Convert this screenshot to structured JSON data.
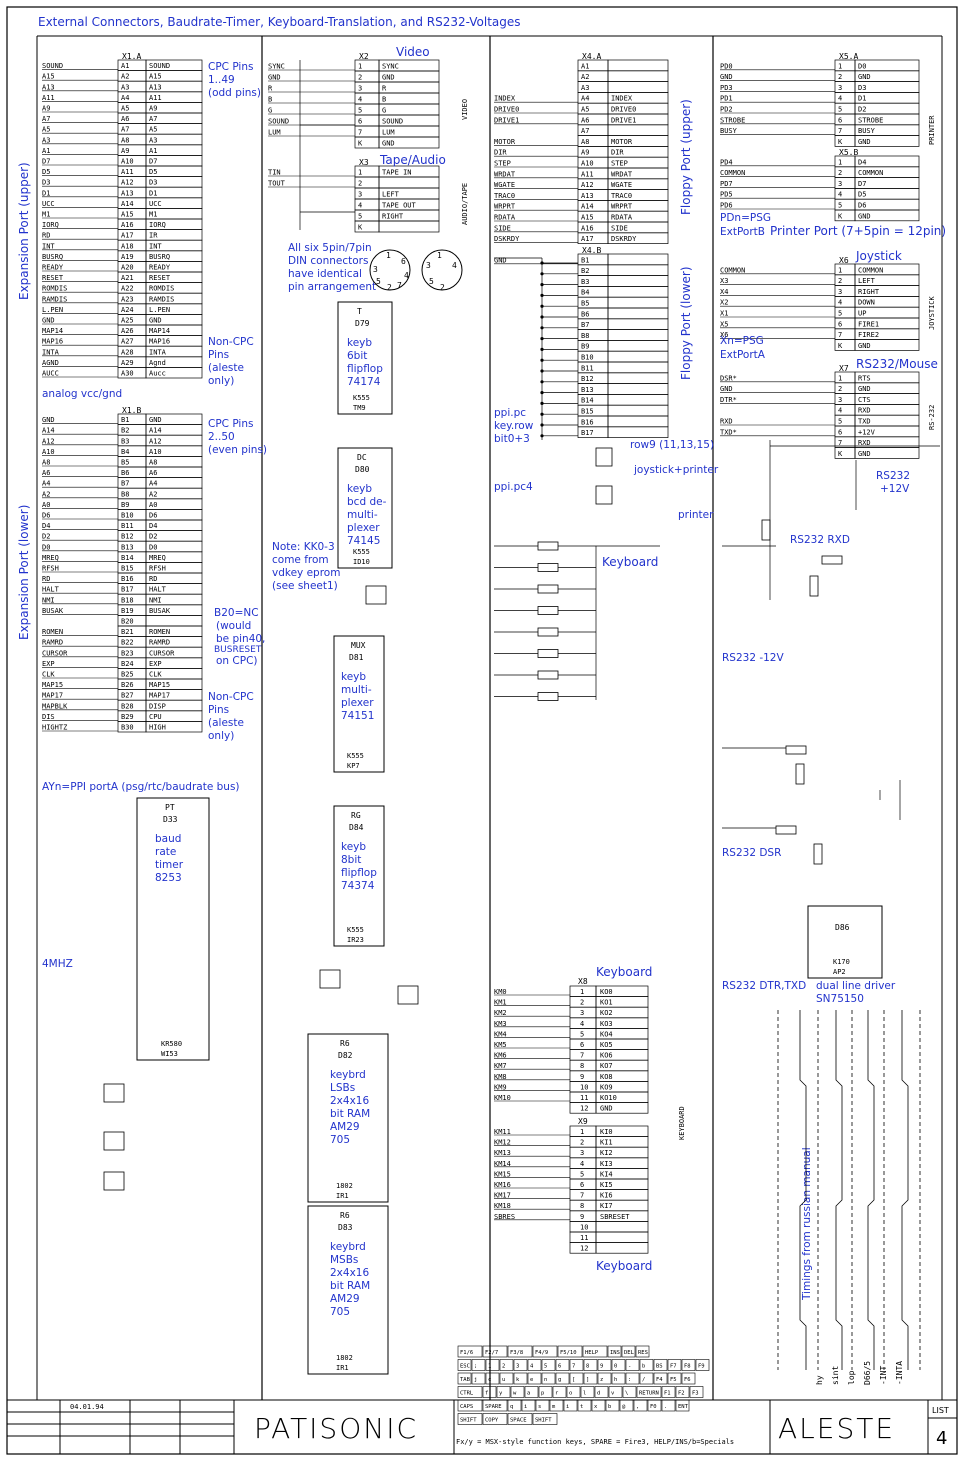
{
  "title": "External Connectors, Baudrate-Timer, Keyboard-Translation, and RS232-Voltages",
  "side_labels": {
    "exp_upper": "Expansion Port (upper)",
    "exp_lower": "Expansion Port (lower)",
    "floppy_upper": "Floppy Port (upper)",
    "floppy_lower": "Floppy Port (lower)",
    "video": "VIDEO",
    "audio": "AUDIO/TAPE",
    "printer": "PRINTER",
    "joystick": "JOYSTICK",
    "rs232": "RS-232",
    "keyboard": "KEYBOARD"
  },
  "connectors": [
    {
      "id": "X1.A",
      "signals": [
        "SOUND",
        "A15",
        "A13",
        "A11",
        "A9",
        "A7",
        "A5",
        "A3",
        "A1",
        "D7",
        "D5",
        "D3",
        "D1",
        "UCC",
        "M1",
        "IORQ",
        "RD",
        "INT",
        "BUSRQ",
        "READY",
        "RESET",
        "ROMDIS",
        "RAMDIS",
        "L.PEN",
        "GND",
        "MAP14",
        "MAP16",
        "INTA",
        "AGND",
        "AUCC"
      ],
      "pins": [
        "A1",
        "A2",
        "A3",
        "A4",
        "A5",
        "A6",
        "A7",
        "A8",
        "A9",
        "A10",
        "A11",
        "A12",
        "A13",
        "A14",
        "A15",
        "A16",
        "A17",
        "A18",
        "A19",
        "A20",
        "A21",
        "A22",
        "A23",
        "A24",
        "A25",
        "A26",
        "A27",
        "A28",
        "A29",
        "A30"
      ],
      "names": [
        "SOUND",
        "A15",
        "A13",
        "A11",
        "A9",
        "A7",
        "A5",
        "A3",
        "A1",
        "D7",
        "D5",
        "D3",
        "D1",
        "UCC",
        "M1",
        "IORQ",
        "IR",
        "INT",
        "BUSRQ",
        "READY",
        "RESET",
        "ROMDIS",
        "RAMDIS",
        "L.PEN",
        "GND",
        "MAP14",
        "MAP16",
        "INTA",
        "Agnd",
        "Aucc"
      ]
    },
    {
      "id": "X1.B",
      "signals": [
        "GND",
        "A14",
        "A12",
        "A10",
        "A8",
        "A6",
        "A4",
        "A2",
        "A0",
        "D6",
        "D4",
        "D2",
        "D0",
        "MREQ",
        "RFSH",
        "RD",
        "HALT",
        "NMI",
        "BUSAK",
        "",
        "ROMEN",
        "RAMRD",
        "CURSOR",
        "EXP",
        "CLK",
        "MAP15",
        "MAP17",
        "MAPBLK",
        "DIS",
        "HIGHTZ"
      ],
      "pins": [
        "B1",
        "B2",
        "B3",
        "B4",
        "B5",
        "B6",
        "B7",
        "B8",
        "B9",
        "B10",
        "B11",
        "B12",
        "B13",
        "B14",
        "B15",
        "B16",
        "B17",
        "B18",
        "B19",
        "B20",
        "B21",
        "B22",
        "B23",
        "B24",
        "B25",
        "B26",
        "B27",
        "B28",
        "B29",
        "B30"
      ],
      "names": [
        "GND",
        "A14",
        "A12",
        "A10",
        "A8",
        "A6",
        "A4",
        "A2",
        "A0",
        "D6",
        "D4",
        "D2",
        "D0",
        "MREQ",
        "RFSH",
        "RD",
        "HALT",
        "NMI",
        "BUSAK",
        "",
        "ROMEN",
        "RAMRD",
        "CURSOR",
        "EXP",
        "CLK",
        "MAP15",
        "MAP17",
        "DISP",
        "CPU",
        "HIGH"
      ]
    },
    {
      "id": "X4.A",
      "signals": [
        "",
        "",
        "",
        "INDEX",
        "DRIVE0",
        "DRIVE1",
        "",
        "MOTOR",
        "DIR",
        "STEP",
        "WRDAT",
        "WGATE",
        "TRAC0",
        "WRPRT",
        "RDATA",
        "SIDE",
        "DSKRDY"
      ],
      "pins": [
        "A1",
        "A2",
        "A3",
        "A4",
        "A5",
        "A6",
        "A7",
        "A8",
        "A9",
        "A10",
        "A11",
        "A12",
        "A13",
        "A14",
        "A15",
        "A16",
        "A17"
      ],
      "names": [
        "",
        "",
        "",
        "INDEX",
        "DRIVE0",
        "DRIVE1",
        "",
        "MOTOR",
        "DIR",
        "STEP",
        "WRDAT",
        "WGATE",
        "TRAC0",
        "WRPRT",
        "RDATA",
        "SIDE",
        "DSKRDY"
      ]
    },
    {
      "id": "X4.B",
      "signals": [
        "GND"
      ],
      "pins": [
        "B1",
        "B2",
        "B3",
        "B4",
        "B5",
        "B6",
        "B7",
        "B8",
        "B9",
        "B10",
        "B11",
        "B12",
        "B13",
        "B14",
        "B15",
        "B16",
        "B17"
      ],
      "names": []
    },
    {
      "id": "X5.A",
      "signals": [
        "PD0",
        "GND",
        "PD3",
        "PD1",
        "PD2",
        "STROBE",
        "BUSY"
      ],
      "pins": [
        "1",
        "2",
        "3",
        "4",
        "5",
        "6",
        "7",
        "K"
      ],
      "names": [
        "D0",
        "GND",
        "D3",
        "D1",
        "D2",
        "STROBE",
        "BUSY",
        "GND"
      ]
    },
    {
      "id": "X5.B",
      "signals": [
        "PD4",
        "COMMON",
        "PD7",
        "PD5",
        "PD6"
      ],
      "pins": [
        "1",
        "2",
        "3",
        "4",
        "5",
        "K"
      ],
      "names": [
        "D4",
        "COMMON",
        "D7",
        "D5",
        "D6",
        "GND"
      ]
    },
    {
      "id": "X6",
      "signals": [
        "COMMON",
        "X3",
        "X4",
        "X2",
        "X1",
        "X5",
        "X6"
      ],
      "pins": [
        "1",
        "2",
        "3",
        "4",
        "5",
        "6",
        "7",
        "K"
      ],
      "names": [
        "COMMON",
        "LEFT",
        "RIGHT",
        "DOWN",
        "UP",
        "FIRE1",
        "FIRE2",
        "GND"
      ]
    },
    {
      "id": "X7",
      "signals": [
        "DSR*",
        "GND",
        "DTR*",
        "",
        "RXD",
        "TXD*"
      ],
      "pins": [
        "1",
        "2",
        "3",
        "4",
        "5",
        "6",
        "7",
        "K"
      ],
      "names": [
        "RTS",
        "GND",
        "CTS",
        "RXD",
        "TXD",
        "+12V",
        "RXD",
        "GND"
      ]
    },
    {
      "id": "X2",
      "signals": [
        "SYNC",
        "GND",
        "R",
        "B",
        "G",
        "SOUND",
        "LUM"
      ],
      "pins": [
        "1",
        "2",
        "3",
        "4",
        "5",
        "6",
        "7",
        "K"
      ],
      "names": [
        "SYNC",
        "GND",
        "R",
        "B",
        "G",
        "SOUND",
        "LUM",
        "GND"
      ]
    },
    {
      "id": "X3",
      "signals": [
        "TIN",
        "TOUT"
      ],
      "pins": [
        "1",
        "2",
        "3",
        "4",
        "5",
        "K"
      ],
      "names": [
        "TAPE IN",
        "",
        "LEFT",
        "TAPE OUT",
        "RIGHT",
        ""
      ]
    }
  ],
  "notes": {
    "x1a_cpc": "CPC Pins",
    "x1a_cpc2": "1..49",
    "x1a_cpc3": "(odd pins)",
    "x1a_non": "Non-CPC",
    "x1a_non2": "Pins",
    "x1a_non3": "(aleste",
    "x1a_non4": "only)",
    "analog": "analog vcc/gnd",
    "x1b_cpc": "CPC Pins",
    "x1b_cpc2": "2..50",
    "x1b_cpc3": "(even pins)",
    "b20": "B20=NC",
    "b20b": "(would",
    "b20c": "be pin40,",
    "b20d": "BUSRESET",
    "b20e": "on CPC)",
    "x1b_non": "Non-CPC",
    "x1b_non2": "Pins",
    "x1b_non3": "(aleste",
    "x1b_non4": "only)",
    "din1": "All six 5pin/7pin",
    "din2": "DIN connectors",
    "din3": "have identical",
    "din4": "pin arrangement",
    "video": "Video",
    "tape": "Tape/Audio",
    "ppi": "AYn=PPI portA (psg/rtc/baudrate bus)",
    "ppipc1": "ppi.pc",
    "ppipc2": "key.row",
    "ppipc3": "bit0+3",
    "ppipc4": "ppi.pc4",
    "row9": "row9 (11,13,15)",
    "joyprn": "joystick+printer",
    "printer": "printer",
    "kbd": "Keyboard",
    "kk1": "Note: KK0-3",
    "kk2": "come from",
    "kk3": "vdkey eprom",
    "kk4": "(see sheet1)",
    "pdn": "PDn=PSG",
    "extb": "ExtPortB",
    "prport": "Printer Port (7+5pin = 12pin)",
    "joy": "Joystick",
    "xn": "Xn=PSG",
    "exta": "ExtPortA",
    "rsmouse": "RS232/Mouse",
    "rs12": "RS232",
    "rs12b": "+12V",
    "rsrxd": "RS232 RXD",
    "rsneg": "RS232 -12V",
    "rsdsr": "RS232 DSR",
    "rsdtr": "RS232 DTR,TXD",
    "dual": "dual line driver",
    "sn": "SN75150",
    "mhz": "4MHZ",
    "timings": "Timings from russian manual"
  },
  "ics": [
    {
      "ref": "D79",
      "type": "T",
      "name": [
        "keyb",
        "6bit",
        "flipflop",
        "74174"
      ],
      "part": "K555",
      "num": "TM9"
    },
    {
      "ref": "D80",
      "type": "DC",
      "name": [
        "keyb",
        "bcd de-",
        "multi-",
        "plexer",
        "74145"
      ],
      "part": "K555",
      "num": "ID10"
    },
    {
      "ref": "D81",
      "type": "MUX",
      "name": [
        "keyb",
        "multi-",
        "plexer",
        "74151"
      ],
      "part": "K555",
      "num": "KP7"
    },
    {
      "ref": "D84",
      "type": "RG",
      "name": [
        "keyb",
        "8bit",
        "flipflop",
        "74374"
      ],
      "part": "K555",
      "num": "IR23"
    },
    {
      "ref": "D33",
      "type": "PT",
      "name": [
        "baud",
        "rate",
        "timer",
        "8253"
      ],
      "part": "KR580",
      "num": "WI53"
    },
    {
      "ref": "D82",
      "type": "R6",
      "name": [
        "keybrd",
        "LSBs",
        "2x4x16",
        "bit RAM",
        "AM29",
        "705"
      ],
      "part": "1802",
      "num": "IR1"
    },
    {
      "ref": "D83",
      "type": "R6",
      "name": [
        "keybrd",
        "MSBs",
        "2x4x16",
        "bit RAM",
        "AM29",
        "705"
      ],
      "part": "1802",
      "num": "IR1"
    },
    {
      "ref": "D86",
      "type": "",
      "name": [],
      "part": "K170",
      "num": "AP2"
    }
  ],
  "kb_x8": {
    "left": [
      "KM0",
      "KM1",
      "KM2",
      "KM3",
      "KM4",
      "KM5",
      "KM6",
      "KM7",
      "KM8",
      "KM9",
      "KM10"
    ],
    "right": [
      "KO0",
      "KO1",
      "KO2",
      "KO3",
      "KO4",
      "KO5",
      "KO6",
      "KO7",
      "KO8",
      "KO9",
      "KO10",
      "GND"
    ]
  },
  "kb_x9": {
    "left": [
      "KM11",
      "KM12",
      "KM13",
      "KM14",
      "KM15",
      "KM16",
      "KM17",
      "KM18",
      "SBRES"
    ],
    "right": [
      "KI0",
      "KI1",
      "KI2",
      "KI3",
      "KI4",
      "KI5",
      "KI6",
      "KI7",
      "SBRESET",
      "",
      "",
      ""
    ]
  },
  "keyboard_rows": [
    [
      "F1/6",
      "F2/7",
      "F3/8",
      "F4/9",
      "F5/10",
      "HELP",
      "INS",
      "DEL",
      "RES"
    ],
    [
      "ESC",
      ";",
      "1",
      "2",
      "3",
      "4",
      "5",
      "6",
      "7",
      "8",
      "9",
      "0",
      "-",
      "b",
      "BS",
      "F7",
      "F8",
      "F9"
    ],
    [
      "TAB",
      "j",
      "c",
      "u",
      "k",
      "e",
      "n",
      "g",
      "[",
      "]",
      "z",
      "h",
      ":",
      "/",
      "F4",
      "F5",
      "F6"
    ],
    [
      "CTRL",
      "f",
      "y",
      "w",
      "a",
      "p",
      "r",
      "o",
      "l",
      "d",
      "v",
      "\\",
      "RETURN",
      "F1",
      "F2",
      "F3"
    ],
    [
      "CAPS",
      "SPARE",
      "q",
      "i",
      "s",
      "m",
      "i",
      "t",
      "x",
      "b",
      "@",
      ",",
      "F0",
      ".",
      "ENT"
    ],
    [
      "SHIFT",
      "COPY",
      "SPACE",
      "SHIFT"
    ]
  ],
  "kb_footer": "Fx/y = MSX-style function keys, SPARE = Fire3, HELP/INS/b=Specials",
  "title_block": {
    "date": "04.01.94",
    "company": "PATISONIC",
    "product": "ALESTE",
    "list": "LIST",
    "number": "4"
  }
}
